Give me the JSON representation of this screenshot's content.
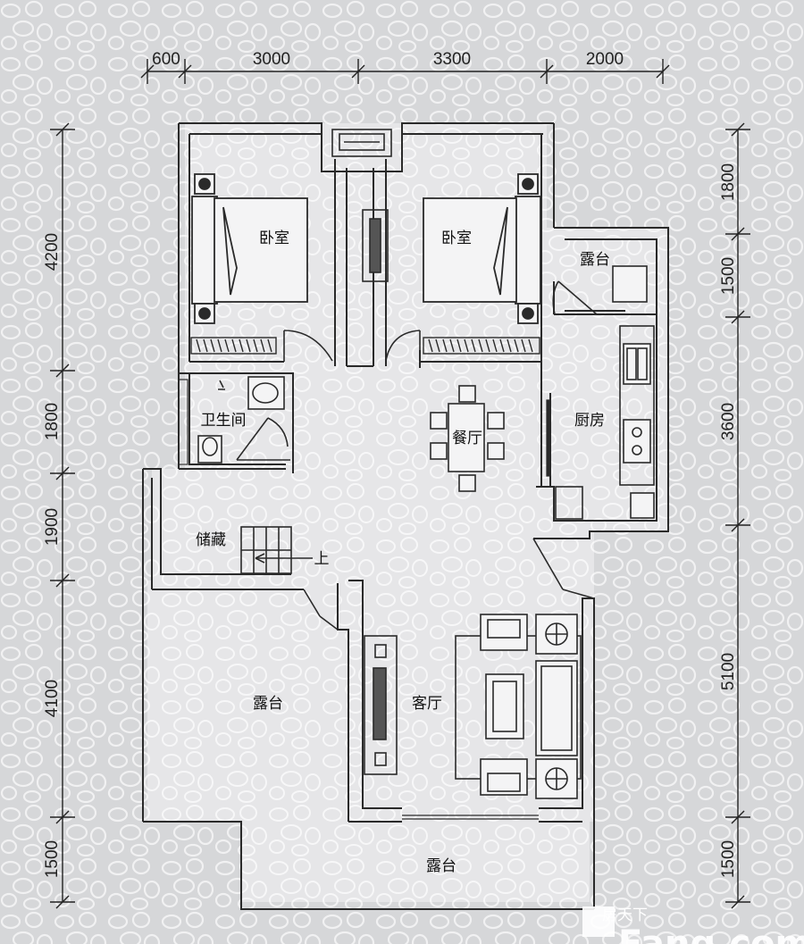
{
  "dimensions": {
    "top": [
      "600",
      "3000",
      "3300",
      "2000"
    ],
    "left": [
      "4200",
      "1800",
      "1900",
      "4100",
      "1500"
    ],
    "right": [
      "1800",
      "1500",
      "3600",
      "5100",
      "1500"
    ]
  },
  "rooms": {
    "bedroom_left": "卧室",
    "bedroom_right": "卧室",
    "terrace_small": "露台",
    "bathroom": "卫生间",
    "kitchen": "厨房",
    "dining": "餐厅",
    "storage": "储藏",
    "stair_up": "上",
    "terrace_large": "露台",
    "living": "客厅",
    "terrace_bottom": "露台"
  },
  "watermark": {
    "cn": "房天下",
    "en": "Fang.com"
  },
  "colors": {
    "background": "#d9dadc",
    "line": "#2a2a2a",
    "floor": "#e9e9ea",
    "watermark": "#ffffff"
  }
}
